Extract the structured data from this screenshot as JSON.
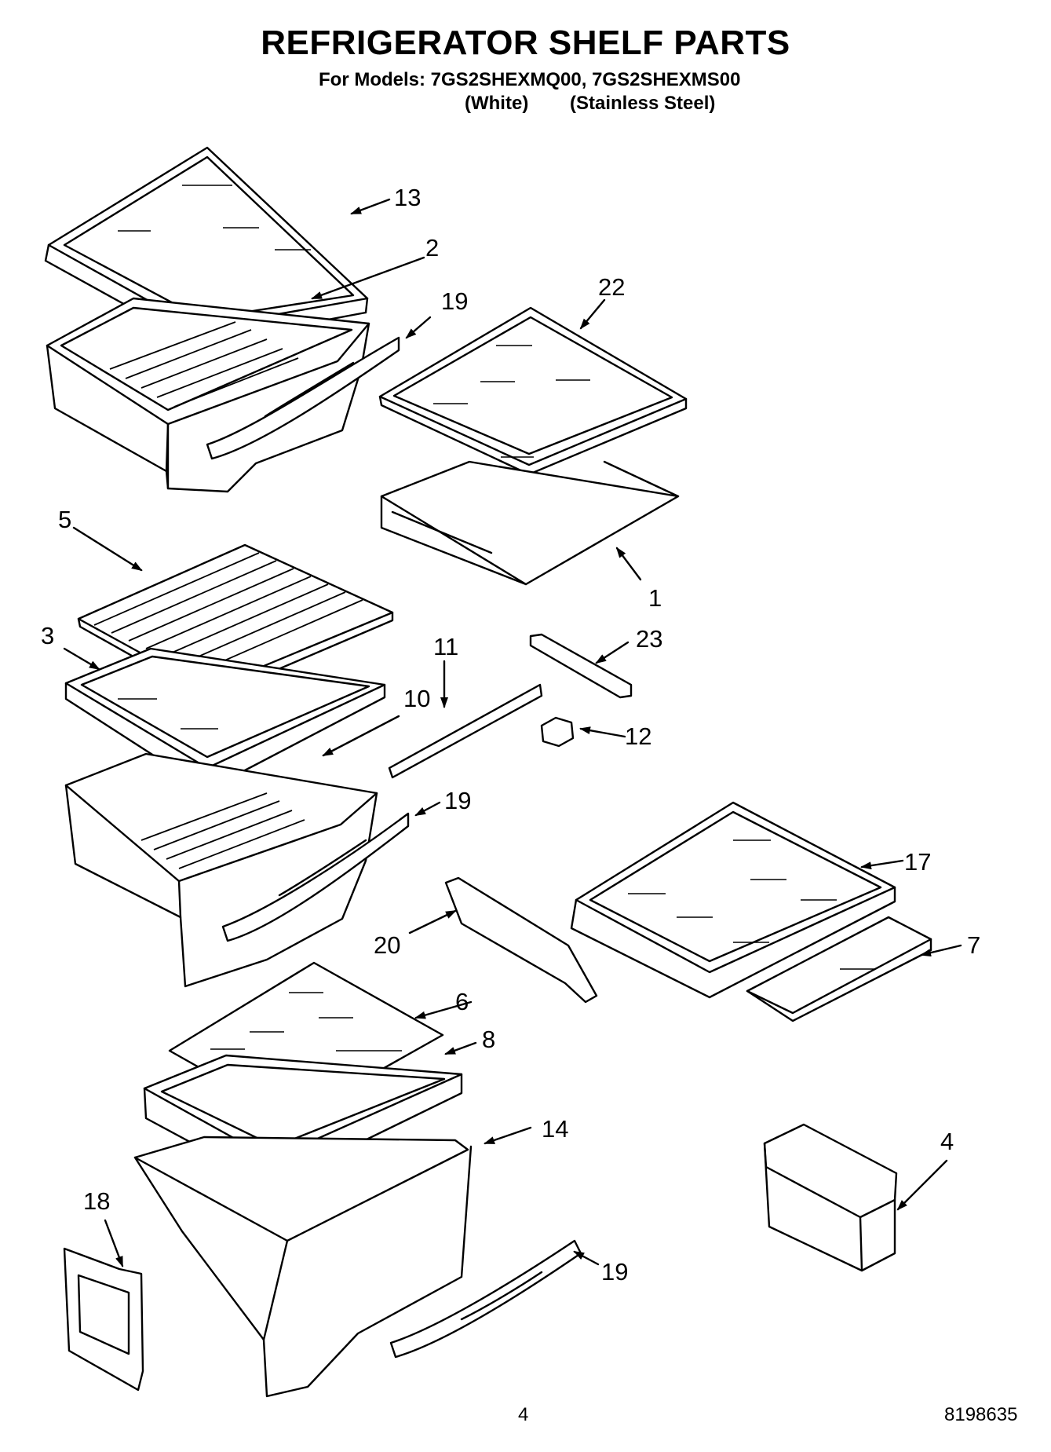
{
  "header": {
    "title": "REFRIGERATOR SHELF PARTS",
    "models": "For Models: 7GS2SHEXMQ00, 7GS2SHEXMS00",
    "variant_1": "(White)",
    "variant_2": "(Stainless Steel)"
  },
  "callouts": {
    "c1": "1",
    "c2": "2",
    "c3": "3",
    "c4": "4",
    "c5": "5",
    "c6": "6",
    "c7": "7",
    "c8": "8",
    "c10": "10",
    "c11": "11",
    "c12": "12",
    "c13": "13",
    "c14": "14",
    "c17": "17",
    "c18": "18",
    "c19a": "19",
    "c19b": "19",
    "c19c": "19",
    "c20": "20",
    "c22": "22",
    "c23": "23"
  },
  "footer": {
    "page_number": "4",
    "document_number": "8198635"
  }
}
